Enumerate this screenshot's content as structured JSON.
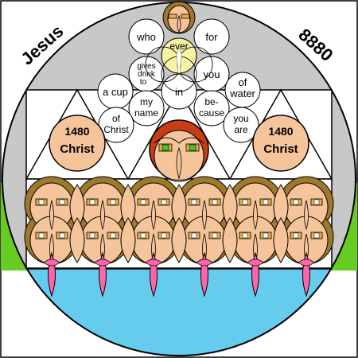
{
  "curve_labels": {
    "left": "Jesus",
    "right": "8880"
  },
  "bubble_words": {
    "who": "who",
    "for": "for",
    "ever": "ever",
    "gives_1": "gives",
    "gives_2": "drink",
    "gives_3": "to",
    "you": "you",
    "a_cup": "a cup",
    "in": "in",
    "of_water_1": "of",
    "of_water_2": "water",
    "my_name_1": "my",
    "my_name_2": "name",
    "because_1": "be-",
    "because_2": "cause",
    "of_christ_1": "of",
    "of_christ_2": "Christ",
    "you_are_1": "you",
    "you_are_2": "are"
  },
  "badges": {
    "left_number": "1480",
    "left_name": "Christ",
    "right_number": "1480",
    "right_name": "Christ"
  },
  "colors": {
    "sky": "#c8c8c8",
    "grass": "#66cc22",
    "water": "#66ccee",
    "skin": "#f6c49a",
    "hair_brown": "#a0782c",
    "hair_red": "#c83c14",
    "lip": "#ff66aa",
    "eye_gold": "#e4b04a",
    "eye_green": "#44cc22"
  }
}
